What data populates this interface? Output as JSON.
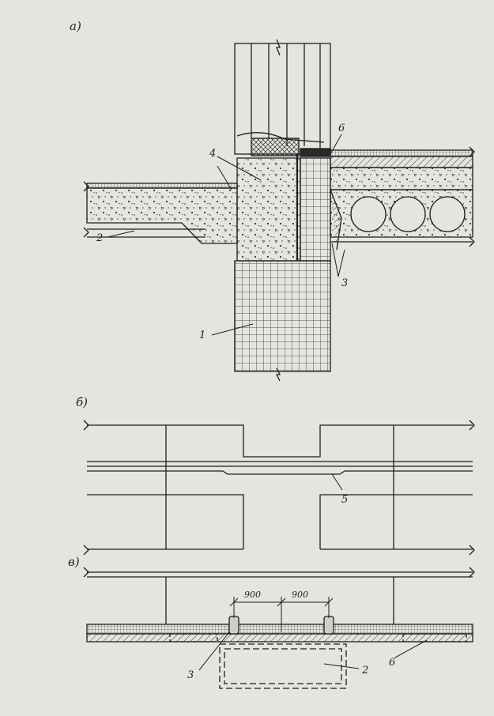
{
  "figure": {
    "captions": {
      "a": "а)",
      "b": "б)",
      "c": "в)"
    },
    "labels": [
      "1",
      "2",
      "3",
      "4",
      "5",
      "6",
      "2",
      "3",
      "6"
    ],
    "dimensions": [
      "900",
      "900"
    ],
    "colors": {
      "background": "#e6e4df",
      "ink": "#1e1e1e",
      "hatch": "#3a3a3a"
    }
  }
}
